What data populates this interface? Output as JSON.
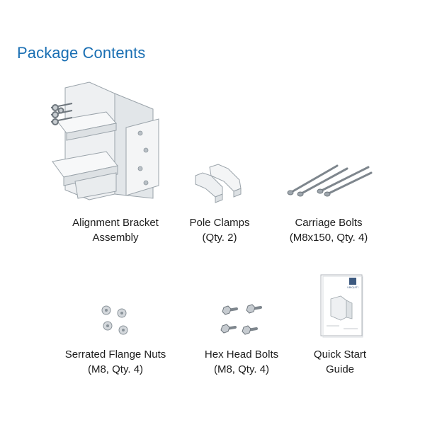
{
  "header": {
    "title": "Package Contents"
  },
  "items": [
    {
      "name": "alignment-bracket-assembly",
      "line1": "Alignment Bracket",
      "line2": "Assembly"
    },
    {
      "name": "pole-clamps",
      "line1": "Pole Clamps",
      "line2": "(Qty. 2)"
    },
    {
      "name": "carriage-bolts",
      "line1": "Carriage Bolts",
      "line2": "(M8x150, Qty. 4)"
    },
    {
      "name": "serrated-flange-nuts",
      "line1": "Serrated Flange Nuts",
      "line2": "(M8, Qty. 4)"
    },
    {
      "name": "hex-head-bolts",
      "line1": "Hex Head Bolts",
      "line2": "(M8, Qty. 4)"
    },
    {
      "name": "quick-start-guide",
      "line1": "Quick Start",
      "line2": "Guide"
    }
  ],
  "guide_brand": "UBIQUITI"
}
